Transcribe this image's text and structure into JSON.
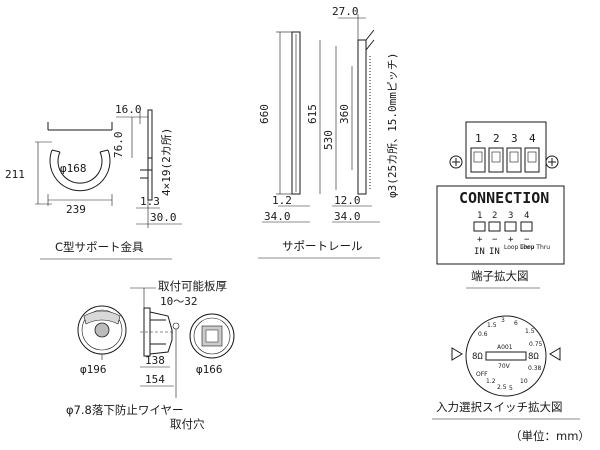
{
  "bracket": {
    "caption": "C型サポート金具",
    "dims": {
      "d16": "16.0",
      "d76": "76.0",
      "d211": "211",
      "phi168": "φ168",
      "d239": "239",
      "d13": "1.3",
      "d30": "30.0",
      "holes": "4×19(2カ所)"
    }
  },
  "rail": {
    "caption": "サポートレール",
    "dims": {
      "d27": "27.0",
      "d660": "660",
      "d615": "615",
      "d530": "530",
      "d360": "360",
      "pitch": "φ3(25カ所、15.0mmピッチ)",
      "d12a": "1.2",
      "d34a": "34.0",
      "d12b": "12.0",
      "d34b": "34.0"
    }
  },
  "terminal": {
    "caption": "端子拡大図",
    "top_numbers": [
      "1",
      "2",
      "3",
      "4"
    ],
    "panel_title": "CONNECTION",
    "panel_numbers": [
      "1",
      "2",
      "3",
      "4"
    ],
    "labels": [
      "IN",
      "IN",
      "Loop Thru",
      "Loop Thru"
    ],
    "polarity": [
      "+",
      "−",
      "+",
      "−"
    ]
  },
  "speaker": {
    "dims": {
      "thickness_label": "取付可能板厚",
      "thickness_range": "10〜32",
      "phi196": "φ196",
      "d138": "138",
      "d154": "154",
      "phi166": "φ166",
      "wire_hole_1": "φ7.8落下防止ワイヤー",
      "wire_hole_2": "取付穴"
    }
  },
  "switch": {
    "caption": "入力選択スイッチ拡大図",
    "left_label": "8Ω",
    "right_label": "8Ω",
    "a001": "A001",
    "v70": "70V",
    "off": "OFF",
    "dial_marks": [
      "1.5",
      "3",
      "6",
      "1.5",
      "0.75",
      "0.38",
      "10",
      "5",
      "2.5",
      "1.2",
      "0.6"
    ]
  },
  "unit_note": "（単位：mm）"
}
